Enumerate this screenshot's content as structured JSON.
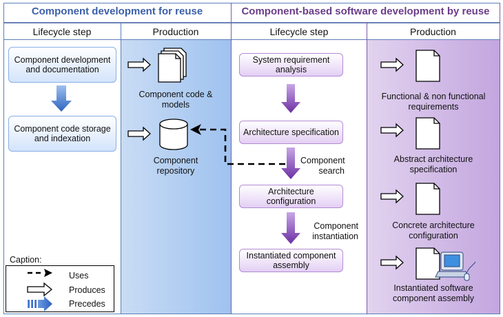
{
  "left_section": {
    "title": "Component development for reuse",
    "col1_header": "Lifecycle step",
    "col2_header": "Production",
    "steps": [
      "Component development and documentation",
      "Component code storage and indexation"
    ],
    "products": [
      "Component code & models",
      "Component repository"
    ]
  },
  "right_section": {
    "title": "Component-based software development by reuse",
    "col1_header": "Lifecycle step",
    "col2_header": "Production",
    "steps": [
      "System requirement analysis",
      "Architecture specification",
      "Architecture configuration",
      "Instantiated component assembly"
    ],
    "transitions": [
      "Component search",
      "Component instantiation"
    ],
    "products": [
      "Functional & non functional requirements",
      "Abstract architecture specification",
      "Concrete architecture configuration",
      "Instantiated software component assembly"
    ]
  },
  "caption": {
    "title": "Caption:",
    "items": [
      "Uses",
      "Produces",
      "Precedes"
    ]
  },
  "colors": {
    "blue_title": "#3b5fa8",
    "purple_title": "#6a3d8a",
    "blue_fill": "#9fc2ef",
    "purple_fill": "#c3a6df"
  },
  "icons": [
    "document-icon",
    "document-stack-icon",
    "database-icon",
    "computer-icon"
  ]
}
